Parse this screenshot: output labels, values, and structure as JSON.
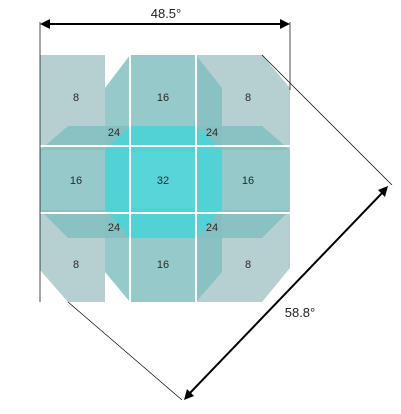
{
  "dimensions": {
    "width_label": "48.5°",
    "diagonal_label": "58.8°"
  },
  "grid": {
    "top": [
      "8",
      "16",
      "8"
    ],
    "middle": [
      "16",
      "32",
      "16"
    ],
    "bottom": [
      "8",
      "16",
      "8"
    ]
  },
  "overlap_labels": {
    "upper_left": "24",
    "upper_right": "24",
    "lower_left": "24",
    "lower_right": "24"
  },
  "colors": {
    "corner_fill": "#a9c7c8",
    "lobe_fill": "#82bfc1",
    "center_fill": "#4fd3d6",
    "divider": "#ffffff",
    "line": "#000000"
  }
}
